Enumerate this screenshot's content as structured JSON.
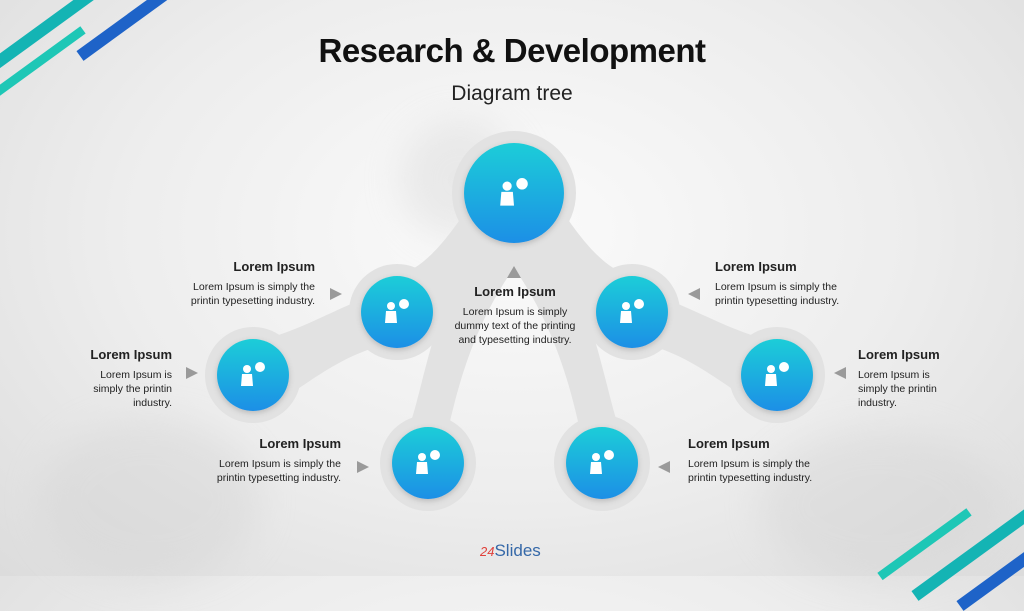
{
  "title": "Research & Development",
  "subtitle": "Diagram tree",
  "center_item": {
    "heading": "Lorem Ipsum",
    "text_lines": [
      "Lorem Ipsum is simply",
      "dummy text of the printing",
      "and typesetting industry."
    ]
  },
  "items": [
    {
      "heading": "Lorem Ipsum",
      "text_lines": [
        "Lorem Ipsum is simply the",
        "printin typesetting industry."
      ]
    },
    {
      "heading": "Lorem Ipsum",
      "text_lines": [
        "Lorem Ipsum is",
        "simply the printin",
        "industry."
      ]
    },
    {
      "heading": "Lorem Ipsum",
      "text_lines": [
        "Lorem Ipsum is simply the",
        "printin typesetting industry."
      ]
    },
    {
      "heading": "Lorem Ipsum",
      "text_lines": [
        "Lorem Ipsum is simply the",
        "printin typesetting industry."
      ]
    },
    {
      "heading": "Lorem Ipsum",
      "text_lines": [
        "Lorem Ipsum is",
        "simply the printin",
        "industry."
      ]
    },
    {
      "heading": "Lorem Ipsum",
      "text_lines": [
        "Lorem Ipsum is simply the",
        "printin typesetting industry."
      ]
    }
  ],
  "icons": [
    "person-heart-icon",
    "person-clock-icon",
    "person-bag-icon",
    "person-dollar-icon",
    "person-mail-icon",
    "person-shield-icon",
    "person-chat-icon"
  ],
  "logo": {
    "number": "24",
    "name": "Slides"
  },
  "colors": {
    "accent_blue": "#1e63c8",
    "accent_teal": "#14b4b4",
    "circle_top": "#1ccdd8",
    "circle_bottom": "#1e8fe6",
    "connector_gray": "#e2e2e2"
  }
}
